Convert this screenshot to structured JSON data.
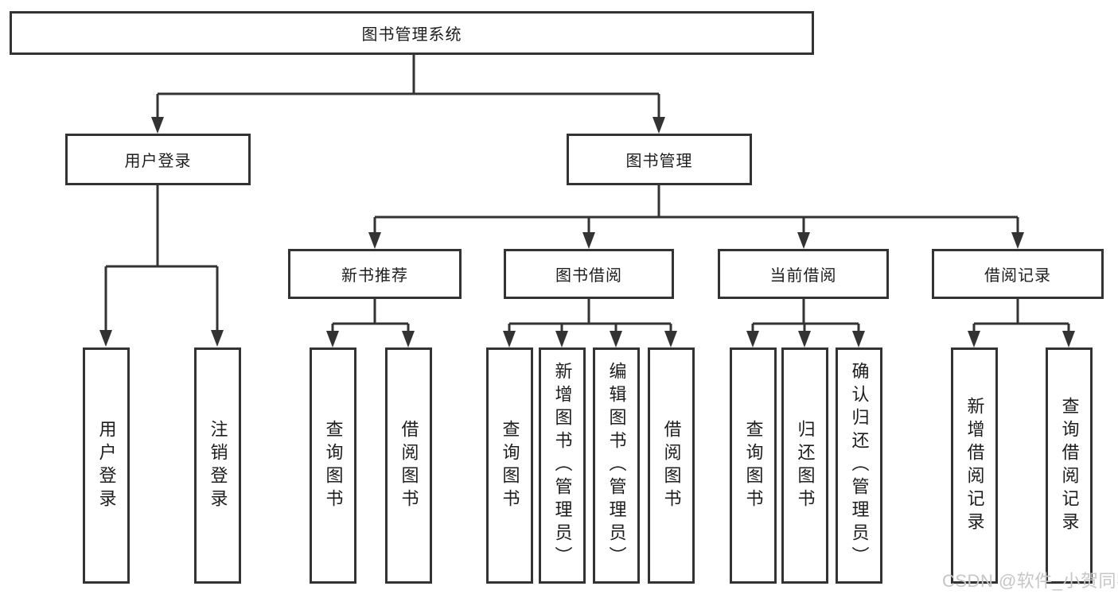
{
  "diagram": {
    "root": {
      "label": "图书管理系统"
    },
    "branches": {
      "login": {
        "label": "用户登录",
        "children": [
          {
            "label": "用户登录"
          },
          {
            "label": "注销登录"
          }
        ]
      },
      "management": {
        "label": "图书管理",
        "sections": [
          {
            "label": "新书推荐",
            "children": [
              {
                "label": "查询图书"
              },
              {
                "label": "借阅图书"
              }
            ]
          },
          {
            "label": "图书借阅",
            "children": [
              {
                "label": "查询图书"
              },
              {
                "label": "新增图书（管理员）"
              },
              {
                "label": "编辑图书（管理员）"
              },
              {
                "label": "借阅图书"
              }
            ]
          },
          {
            "label": "当前借阅",
            "children": [
              {
                "label": "查询图书"
              },
              {
                "label": "归还图书"
              },
              {
                "label": "确认归还（管理员）"
              }
            ]
          },
          {
            "label": "借阅记录",
            "children": [
              {
                "label": "新增借阅记录"
              },
              {
                "label": "查询借阅记录"
              }
            ]
          }
        ]
      }
    }
  },
  "watermark": {
    "text": "CSDN @软件_小贺同学"
  },
  "colors": {
    "line": "#333333",
    "text": "#1d1d1d",
    "watermark": "#c6c6c6",
    "background": "#ffffff"
  }
}
